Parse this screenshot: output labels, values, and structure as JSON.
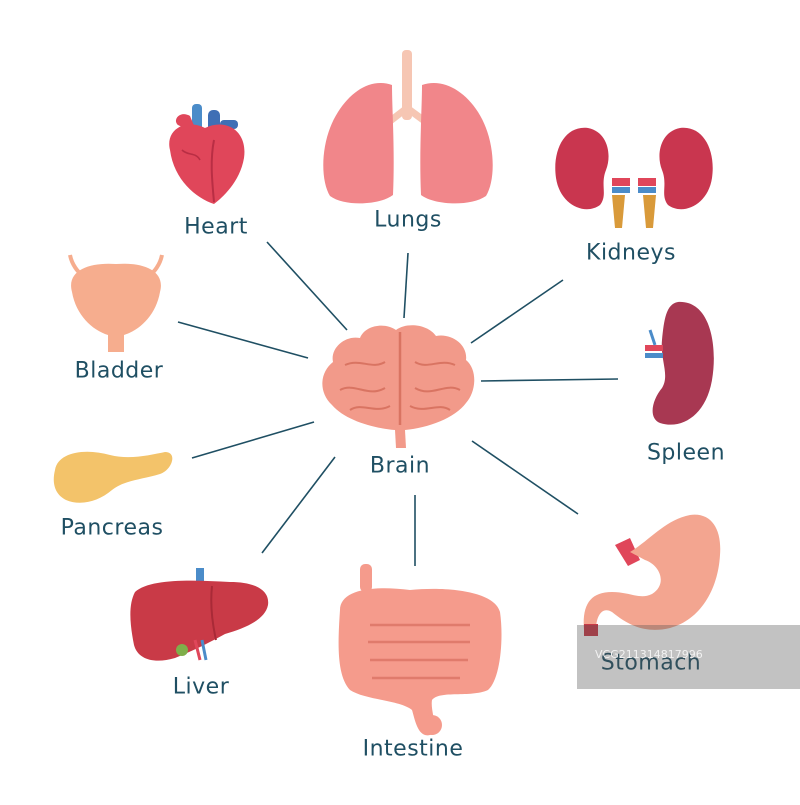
{
  "center": {
    "label": "Brain"
  },
  "organs": {
    "heart": "Heart",
    "lungs": "Lungs",
    "kidneys": "Kidneys",
    "bladder": "Bladder",
    "spleen": "Spleen",
    "pancreas": "Pancreas",
    "liver": "Liver",
    "intestine": "Intestine",
    "stomach": "Stomach"
  },
  "watermark": {
    "code": "VCG211314817996"
  },
  "colors": {
    "label_text": "#1f4f63",
    "connector": "#1f4f63",
    "brain": "#f29a8a",
    "heart": "#e0465a",
    "lungs": "#f1868a",
    "kidneys": "#c9364f",
    "bladder": "#f6ad8e",
    "spleen": "#a83852",
    "pancreas": "#f3c36a",
    "liver": "#c93a47",
    "intestine": "#f59b8c",
    "stomach": "#f3a590"
  }
}
